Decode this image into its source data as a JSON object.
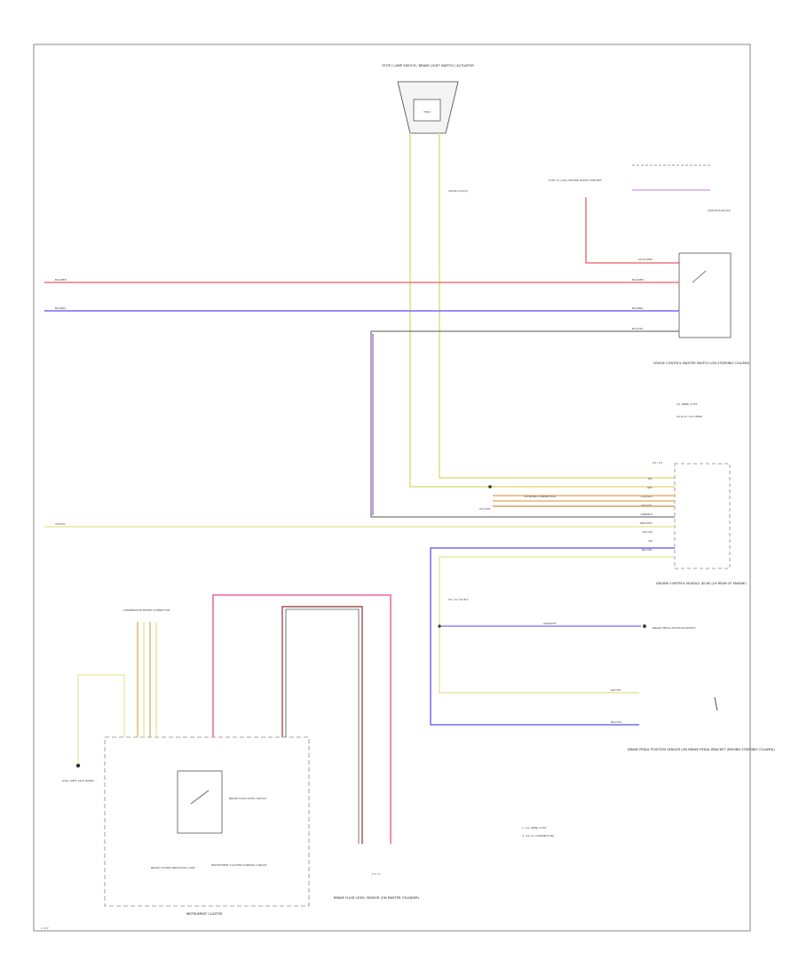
{
  "diagram": {
    "page_number": "1 of 2",
    "colors": {
      "red": "#e87878",
      "blue": "#6f6ff0",
      "yellow": "#e8e6a2",
      "violet": "#b97ce6",
      "pink": "#f07ab0",
      "black": "#555555",
      "dark_red": "#a05050",
      "orange": "#e8b070"
    },
    "labels": {
      "rear_sensor_title": "STOP / LAMP SWITCH / BRAKE LIGHT SWITCH / ACTUATOR",
      "rear_sensor_body": "TRS2",
      "splice_top": "S0106 (C2/C3)",
      "fuse_box_note": "FUSE 12 (10A) ENGINE ROOM FUSE BOX",
      "fuse_box_name": "JUNCTION BLOCK",
      "wire_red_left": "BLK/RED",
      "wire_blue_left": "BLK/BLU",
      "wire_yel_left": "YEL/VIO",
      "wire_red_right": "BLK/RED",
      "wire_blue_right": "BLK/BLU",
      "wire_black_right": "BLK/VIO",
      "switch_top_label": "LOGIC/RED",
      "relay_caption": "CRUISE CONTROL MASTER SWITCH (ON STEERING COLUMN)",
      "splice_right_note": "C/L (BRN) CUTS",
      "splice_right_sub": "S0 B C2 / S3 STEER",
      "ecm_header": "C2 / C3",
      "ecm_caption": "ENGINE CONTROL MODULE (ECM) (LH REAR OF ENGINE)",
      "ecm_rows": [
        "YEL",
        "GRY",
        "ORN/BLK",
        "ORN/YEL",
        "ORN/BLU",
        "RED/WHT",
        "YEL/VIO",
        "VIO",
        "BLU/YEL"
      ],
      "splice_mid": "C0 S205",
      "splice_mid_left": "COUPLING CONNECTOR",
      "clutch_note": "S0 / C/L S0 B/2",
      "clutch_wire": "GRN/WHT",
      "clutch_caption": "BRAKE PEDAL POSITION SWITCH",
      "brake_wire_a": "GRY/YEL",
      "brake_wire_b": "BLU/VIO",
      "brake_caption": "BRAKE PEDAL POSITION SENSOR (ON BRAKE PEDAL BRACKET (BEHIND STEERING COLUMN))",
      "ground_label": "G301 (LEFT KICK PANEL)",
      "connector_cluster_top": "COMBINATION METER CONNECTOR",
      "cluster_switch_label": "BRAKE FLUID LEVEL SWITCH",
      "cluster_circuit_label": "INSTRUMENT CLUSTER CONTROL CIRCUIT",
      "cluster_lamp_label": "BRAKE SYSTEM INDICATOR LAMP",
      "cluster_name": "INSTRUMENT CLUSTER",
      "pink_bottom_tag": "F-1 / 1",
      "pink_bottom_caption": "BRAKE FLUID LEVEL SENSOR (ON MASTER CYLINDER)",
      "legend_1": "1. C/L (BRN) CUTS",
      "legend_2": "2. C/L C2 (CONNECTOR)"
    }
  }
}
